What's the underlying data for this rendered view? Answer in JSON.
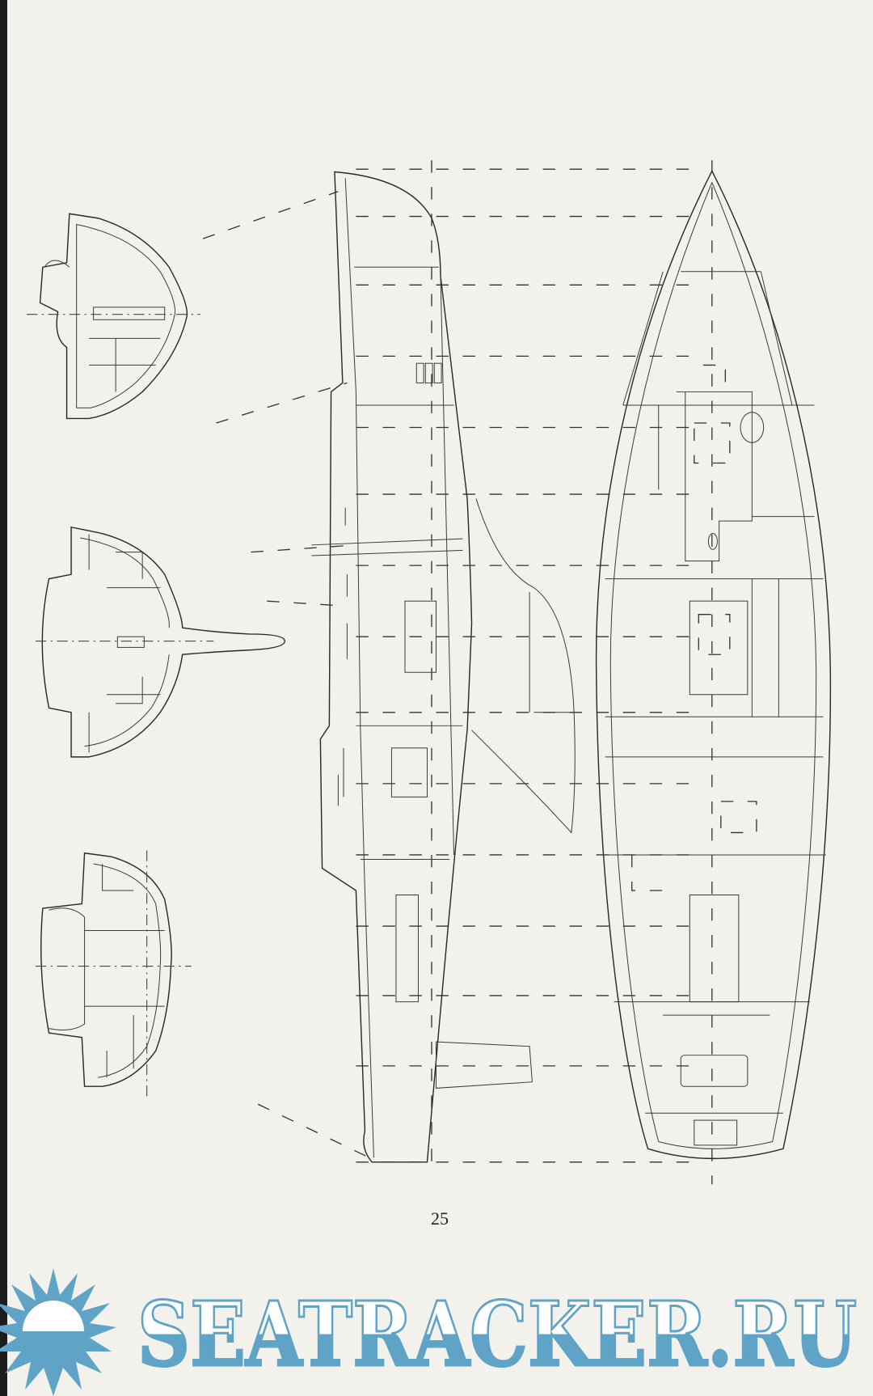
{
  "page": {
    "number": "25"
  },
  "watermark": {
    "text": "SEATRACKER.RU",
    "color": "#5fa3c6"
  },
  "drawings": {
    "cross_sections": [
      "forward-section",
      "midship-section",
      "aft-section"
    ],
    "profile": "side-profile-accommodation",
    "plan": "deck-plan"
  }
}
